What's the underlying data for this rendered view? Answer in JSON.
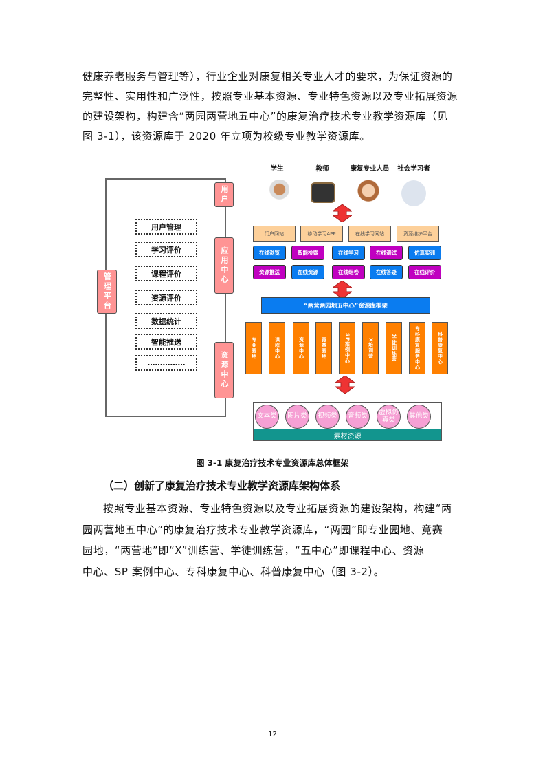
{
  "intro_lines": [
    "健康养老服务与管理等），行业企业对康复相关专业人才的要求，为保证资源的",
    "完整性、实用性和广泛性，按照专业基本资源、专业特色资源以及专业拓展资源",
    "的建设架构，构建含“两园两营地五中心”的康复治疗技术专业教学资源库（见",
    "图 3-1），该资源库于 2020 年立项为校级专业教学资源库。"
  ],
  "diagram": {
    "users": [
      "学生",
      "教师",
      "康复专业人员",
      "社会学习者"
    ],
    "left": {
      "platform": "管理平台",
      "items": [
        "用户管理",
        "学习评价",
        "课程评价",
        "资源评价",
        "数据统计",
        "智能推送",
        "……………"
      ],
      "side_labels": [
        "用户",
        "应用中心",
        "资源中心"
      ]
    },
    "portals": [
      "门户网站",
      "移动学习APP",
      "在线学习网站",
      "资源维护平台"
    ],
    "functions_row1": [
      "在线浏览",
      "智能检索",
      "在线学习",
      "在线测试",
      "仿真实训"
    ],
    "functions_row2": [
      "资源推送",
      "在线资源",
      "在线组卷",
      "在线答疑",
      "在线评价"
    ],
    "framework": "“两营两园地五中心”资源库框架",
    "columns": [
      "专业园地",
      "课程中心",
      "资源中心",
      "竞赛园地",
      "SP案例中心",
      "X培训营",
      "学徒训练营",
      "专科康复服务中心",
      "科普康复中心"
    ],
    "materials": [
      "文本类",
      "图片类",
      "视频类",
      "音频类",
      "虚拟仿真类",
      "其他类"
    ],
    "materials_label": "素材资源",
    "colors": {
      "blue": "#0a7cf0",
      "purple": "#c000c0",
      "orange": "#ff8000",
      "pink": "#ff9494",
      "teal": "#12958e",
      "beige": "#fdd09a",
      "arrow": "#ee3333"
    }
  },
  "caption": "图 3-1 康复治疗技术专业资源库总体框架",
  "heading": "（二）创新了康复治疗技术专业教学资源库架构体系",
  "body_lines": [
    "按照专业基本资源、专业特色资源以及专业拓展资源的建设架构，构建“两",
    "园两营地五中心”的康复治疗技术专业教学资源库，“两园”即专业园地、竞赛",
    "园地，“两营地”即“X”训练营、学徒训练营，“五中心”即课程中心、资源",
    "中心、SP 案例中心、专科康复中心、科普康复中心（图 3-2）。"
  ],
  "page_number": "12"
}
